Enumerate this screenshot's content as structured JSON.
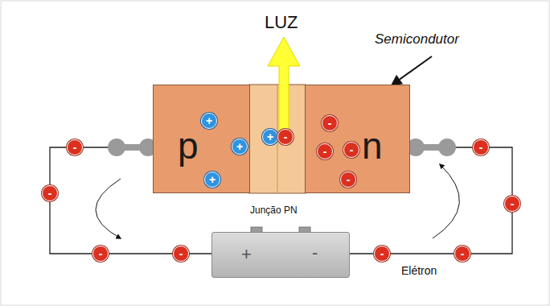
{
  "diagram": {
    "nodes": [
      {
        "text": [
          "p"
        ]
      },
      {
        "text": [
          "+"
        ],
        "in": 0
      },
      {
        "text": [
          "+"
        ],
        "in": 0
      },
      {
        "text": [
          "+"
        ],
        "in": 0
      },
      {
        "text": [
          "+"
        ]
      },
      {
        "text": [
          "-"
        ]
      },
      {
        "text": [
          "n"
        ]
      },
      {
        "text": [
          "-"
        ],
        "in": 6
      },
      {
        "text": [
          "-"
        ],
        "in": 6
      },
      {
        "text": [
          "-"
        ],
        "in": 6
      },
      {
        "text": [
          "-"
        ],
        "in": 6
      },
      {
        "text": [
          "-"
        ]
      },
      {
        "text": [
          "-"
        ]
      },
      {
        "text": [
          "-"
        ]
      },
      {
        "text": [
          "-"
        ]
      },
      {
        "text": [
          "-"
        ]
      },
      {
        "text": [
          "-"
        ]
      },
      {
        "text": [
          "-"
        ]
      },
      {
        "text": [
          "-"
        ]
      },
      {
        "text": [
          "+",
          "-"
        ]
      }
    ],
    "labels": [
      "LUZ",
      "Semicondutor",
      "Junção PN",
      "Elétron"
    ]
  }
}
